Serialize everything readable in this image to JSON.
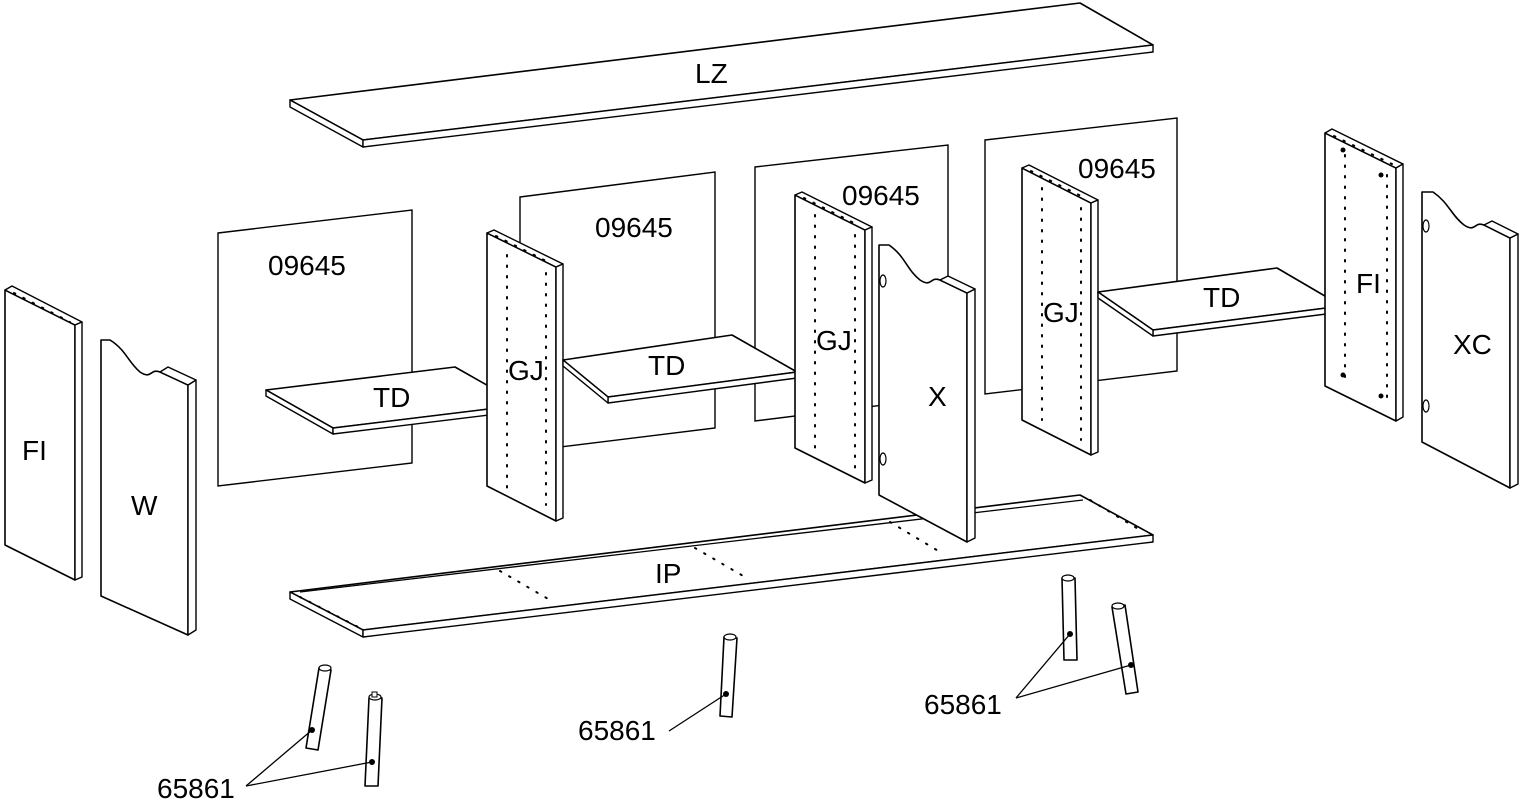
{
  "labels": {
    "top_panel": "LZ",
    "bottom_panel": "IP",
    "back_panel": "09645",
    "shelf": "TD",
    "divider": "GJ",
    "left_side_outer": "FI",
    "left_side_inner": "W",
    "center_side": "X",
    "right_side_inner": "FI",
    "right_side_outer": "XC",
    "leg": "65861"
  }
}
